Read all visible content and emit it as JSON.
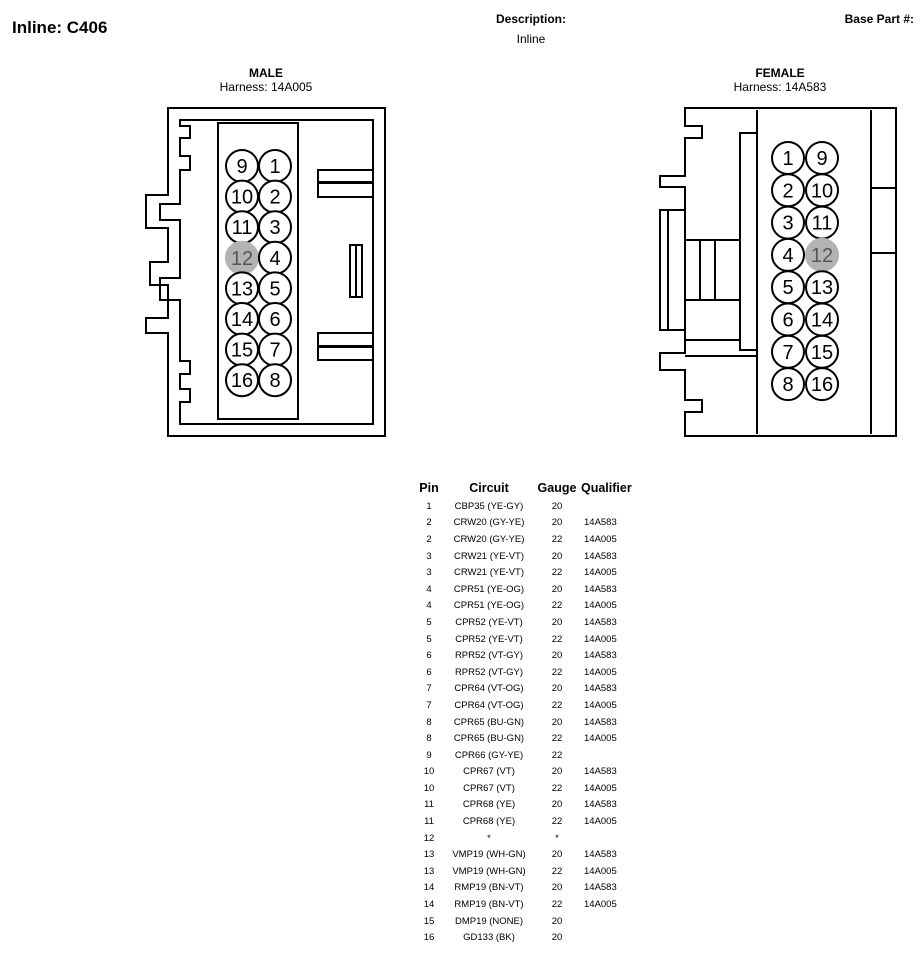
{
  "header": {
    "title": "Inline: C406",
    "description_label": "Description:",
    "description_value": "Inline",
    "base_part_label": "Base Part #:"
  },
  "male": {
    "label": "MALE",
    "harness": "Harness: 14A005",
    "pins_left": [
      "9",
      "10",
      "11",
      "12",
      "13",
      "14",
      "15",
      "16"
    ],
    "pins_right": [
      "1",
      "2",
      "3",
      "4",
      "5",
      "6",
      "7",
      "8"
    ],
    "empty_pin": "12"
  },
  "female": {
    "label": "FEMALE",
    "harness": "Harness: 14A583",
    "pins_left": [
      "1",
      "2",
      "3",
      "4",
      "5",
      "6",
      "7",
      "8"
    ],
    "pins_right": [
      "9",
      "10",
      "11",
      "12",
      "13",
      "14",
      "15",
      "16"
    ],
    "empty_pin": "12"
  },
  "colors": {
    "empty_pin_fill": "#b3b3b3",
    "empty_pin_text": "#555555",
    "line": "#000000"
  },
  "table": {
    "headers": {
      "pin": "Pin",
      "circuit": "Circuit",
      "gauge": "Gauge",
      "qualifier": "Qualifier"
    },
    "rows": [
      {
        "pin": "1",
        "circuit": "CBP35 (YE-GY)",
        "gauge": "20",
        "qualifier": ""
      },
      {
        "pin": "2",
        "circuit": "CRW20 (GY-YE)",
        "gauge": "20",
        "qualifier": "14A583"
      },
      {
        "pin": "2",
        "circuit": "CRW20 (GY-YE)",
        "gauge": "22",
        "qualifier": "14A005"
      },
      {
        "pin": "3",
        "circuit": "CRW21 (YE-VT)",
        "gauge": "20",
        "qualifier": "14A583"
      },
      {
        "pin": "3",
        "circuit": "CRW21 (YE-VT)",
        "gauge": "22",
        "qualifier": "14A005"
      },
      {
        "pin": "4",
        "circuit": "CPR51 (YE-OG)",
        "gauge": "20",
        "qualifier": "14A583"
      },
      {
        "pin": "4",
        "circuit": "CPR51 (YE-OG)",
        "gauge": "22",
        "qualifier": "14A005"
      },
      {
        "pin": "5",
        "circuit": "CPR52 (YE-VT)",
        "gauge": "20",
        "qualifier": "14A583"
      },
      {
        "pin": "5",
        "circuit": "CPR52 (YE-VT)",
        "gauge": "22",
        "qualifier": "14A005"
      },
      {
        "pin": "6",
        "circuit": "RPR52 (VT-GY)",
        "gauge": "20",
        "qualifier": "14A583"
      },
      {
        "pin": "6",
        "circuit": "RPR52 (VT-GY)",
        "gauge": "22",
        "qualifier": "14A005"
      },
      {
        "pin": "7",
        "circuit": "CPR64 (VT-OG)",
        "gauge": "20",
        "qualifier": "14A583"
      },
      {
        "pin": "7",
        "circuit": "CPR64 (VT-OG)",
        "gauge": "22",
        "qualifier": "14A005"
      },
      {
        "pin": "8",
        "circuit": "CPR65 (BU-GN)",
        "gauge": "20",
        "qualifier": "14A583"
      },
      {
        "pin": "8",
        "circuit": "CPR65 (BU-GN)",
        "gauge": "22",
        "qualifier": "14A005"
      },
      {
        "pin": "9",
        "circuit": "CPR66 (GY-YE)",
        "gauge": "22",
        "qualifier": ""
      },
      {
        "pin": "10",
        "circuit": "CPR67 (VT)",
        "gauge": "20",
        "qualifier": "14A583"
      },
      {
        "pin": "10",
        "circuit": "CPR67 (VT)",
        "gauge": "22",
        "qualifier": "14A005"
      },
      {
        "pin": "11",
        "circuit": "CPR68 (YE)",
        "gauge": "20",
        "qualifier": "14A583"
      },
      {
        "pin": "11",
        "circuit": "CPR68 (YE)",
        "gauge": "22",
        "qualifier": "14A005"
      },
      {
        "pin": "12",
        "circuit": "*",
        "gauge": "*",
        "qualifier": ""
      },
      {
        "pin": "13",
        "circuit": "VMP19 (WH-GN)",
        "gauge": "20",
        "qualifier": "14A583"
      },
      {
        "pin": "13",
        "circuit": "VMP19 (WH-GN)",
        "gauge": "22",
        "qualifier": "14A005"
      },
      {
        "pin": "14",
        "circuit": "RMP19 (BN-VT)",
        "gauge": "20",
        "qualifier": "14A583"
      },
      {
        "pin": "14",
        "circuit": "RMP19 (BN-VT)",
        "gauge": "22",
        "qualifier": "14A005"
      },
      {
        "pin": "15",
        "circuit": "DMP19 (NONE)",
        "gauge": "20",
        "qualifier": ""
      },
      {
        "pin": "16",
        "circuit": "GD133 (BK)",
        "gauge": "20",
        "qualifier": ""
      }
    ]
  }
}
